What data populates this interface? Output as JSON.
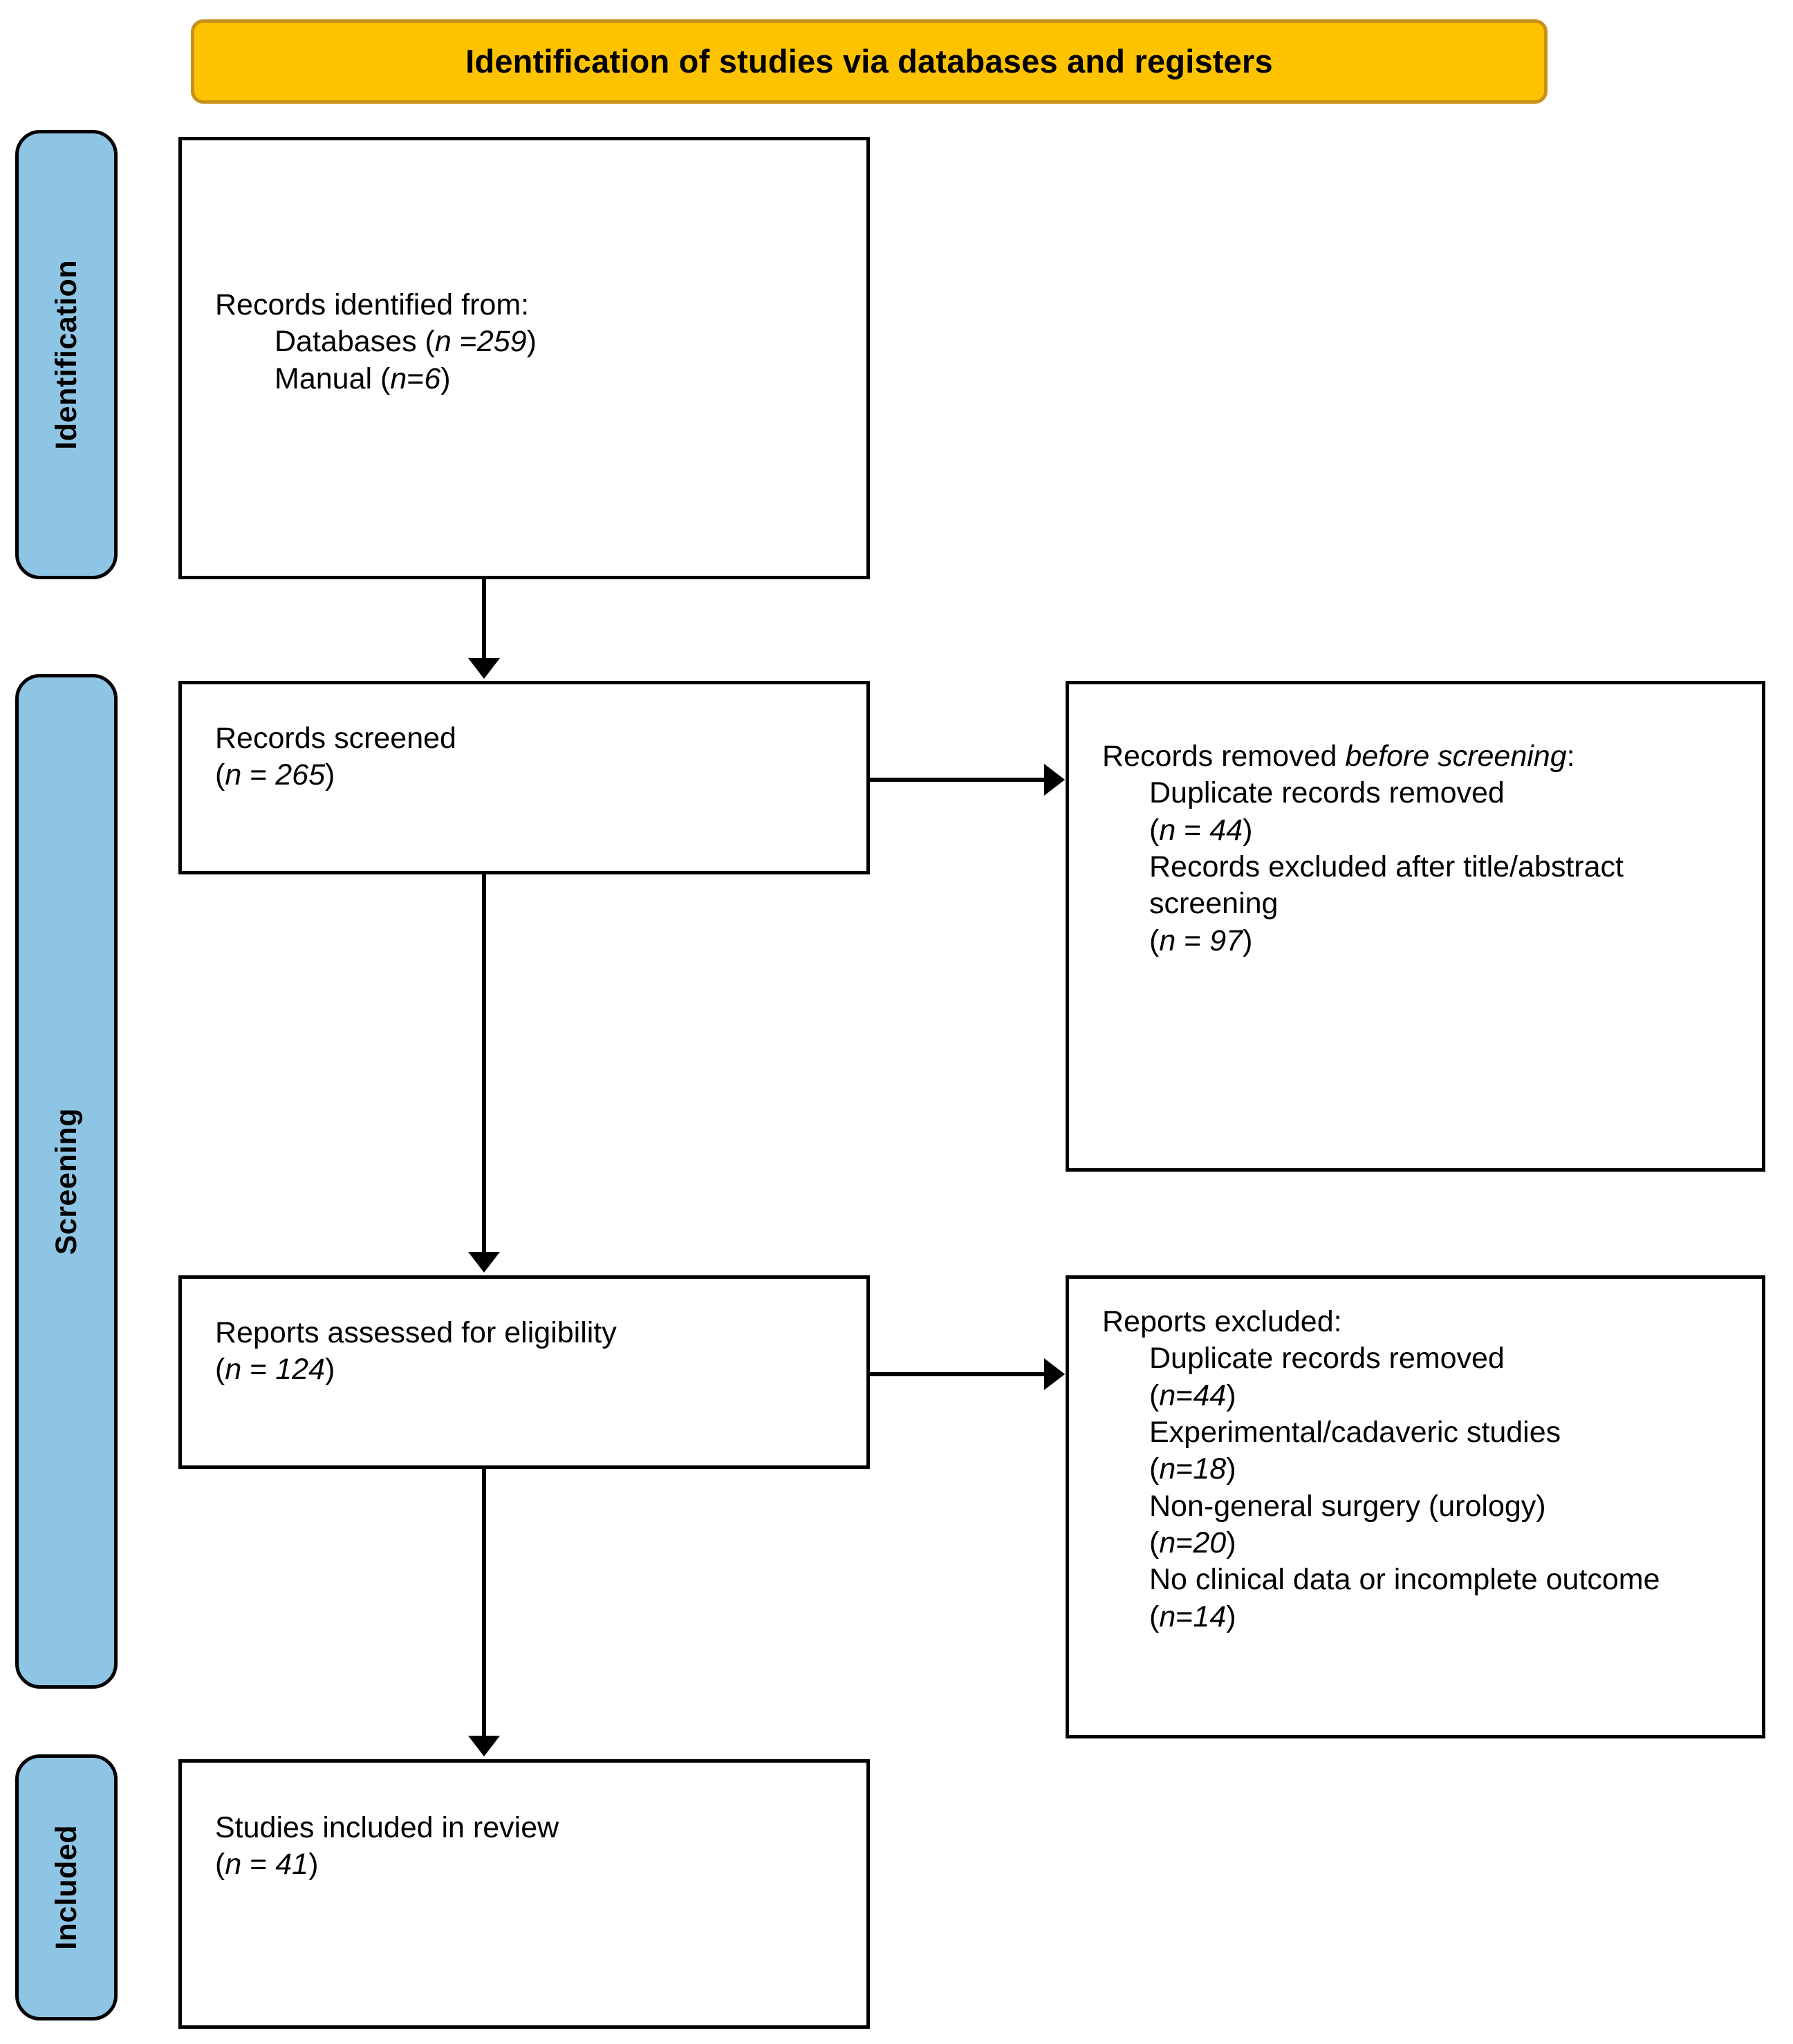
{
  "banner": {
    "title": "Identification of studies via databases and registers",
    "bg_color": "#FDC300",
    "border_color": "#C8901B"
  },
  "phases": {
    "identification": "Identification",
    "screening": "Screening",
    "included": "Included",
    "pill_color": "#8FC5E4"
  },
  "boxes": {
    "identified": {
      "title": "Records identified from:",
      "line_databases": "Databases (n =259)",
      "line_manual": "Manual (n=6)"
    },
    "screened": {
      "title": "Records screened",
      "count": "(n = 265)"
    },
    "removed": {
      "title": "Records removed before screening:",
      "item1": "Duplicate records removed",
      "item1_count": "(n = 44)",
      "item2": "Records excluded after title/abstract screening",
      "item2_count": "(n = 97)"
    },
    "assessed": {
      "title": "Reports assessed for eligibility",
      "count": "(n = 124)"
    },
    "excluded": {
      "title": "Reports excluded:",
      "item1": "Duplicate records removed",
      "item1_count": "(n=44)",
      "item2": "Experimental/cadaveric studies",
      "item2_count": "(n=18)",
      "item3": "Non-general surgery (urology)",
      "item3_count": "(n=20)",
      "item4": "No clinical data or incomplete outcome",
      "item4_count": "(n=14)"
    },
    "included": {
      "title": "Studies included in review",
      "count": "(n = 41)"
    }
  }
}
